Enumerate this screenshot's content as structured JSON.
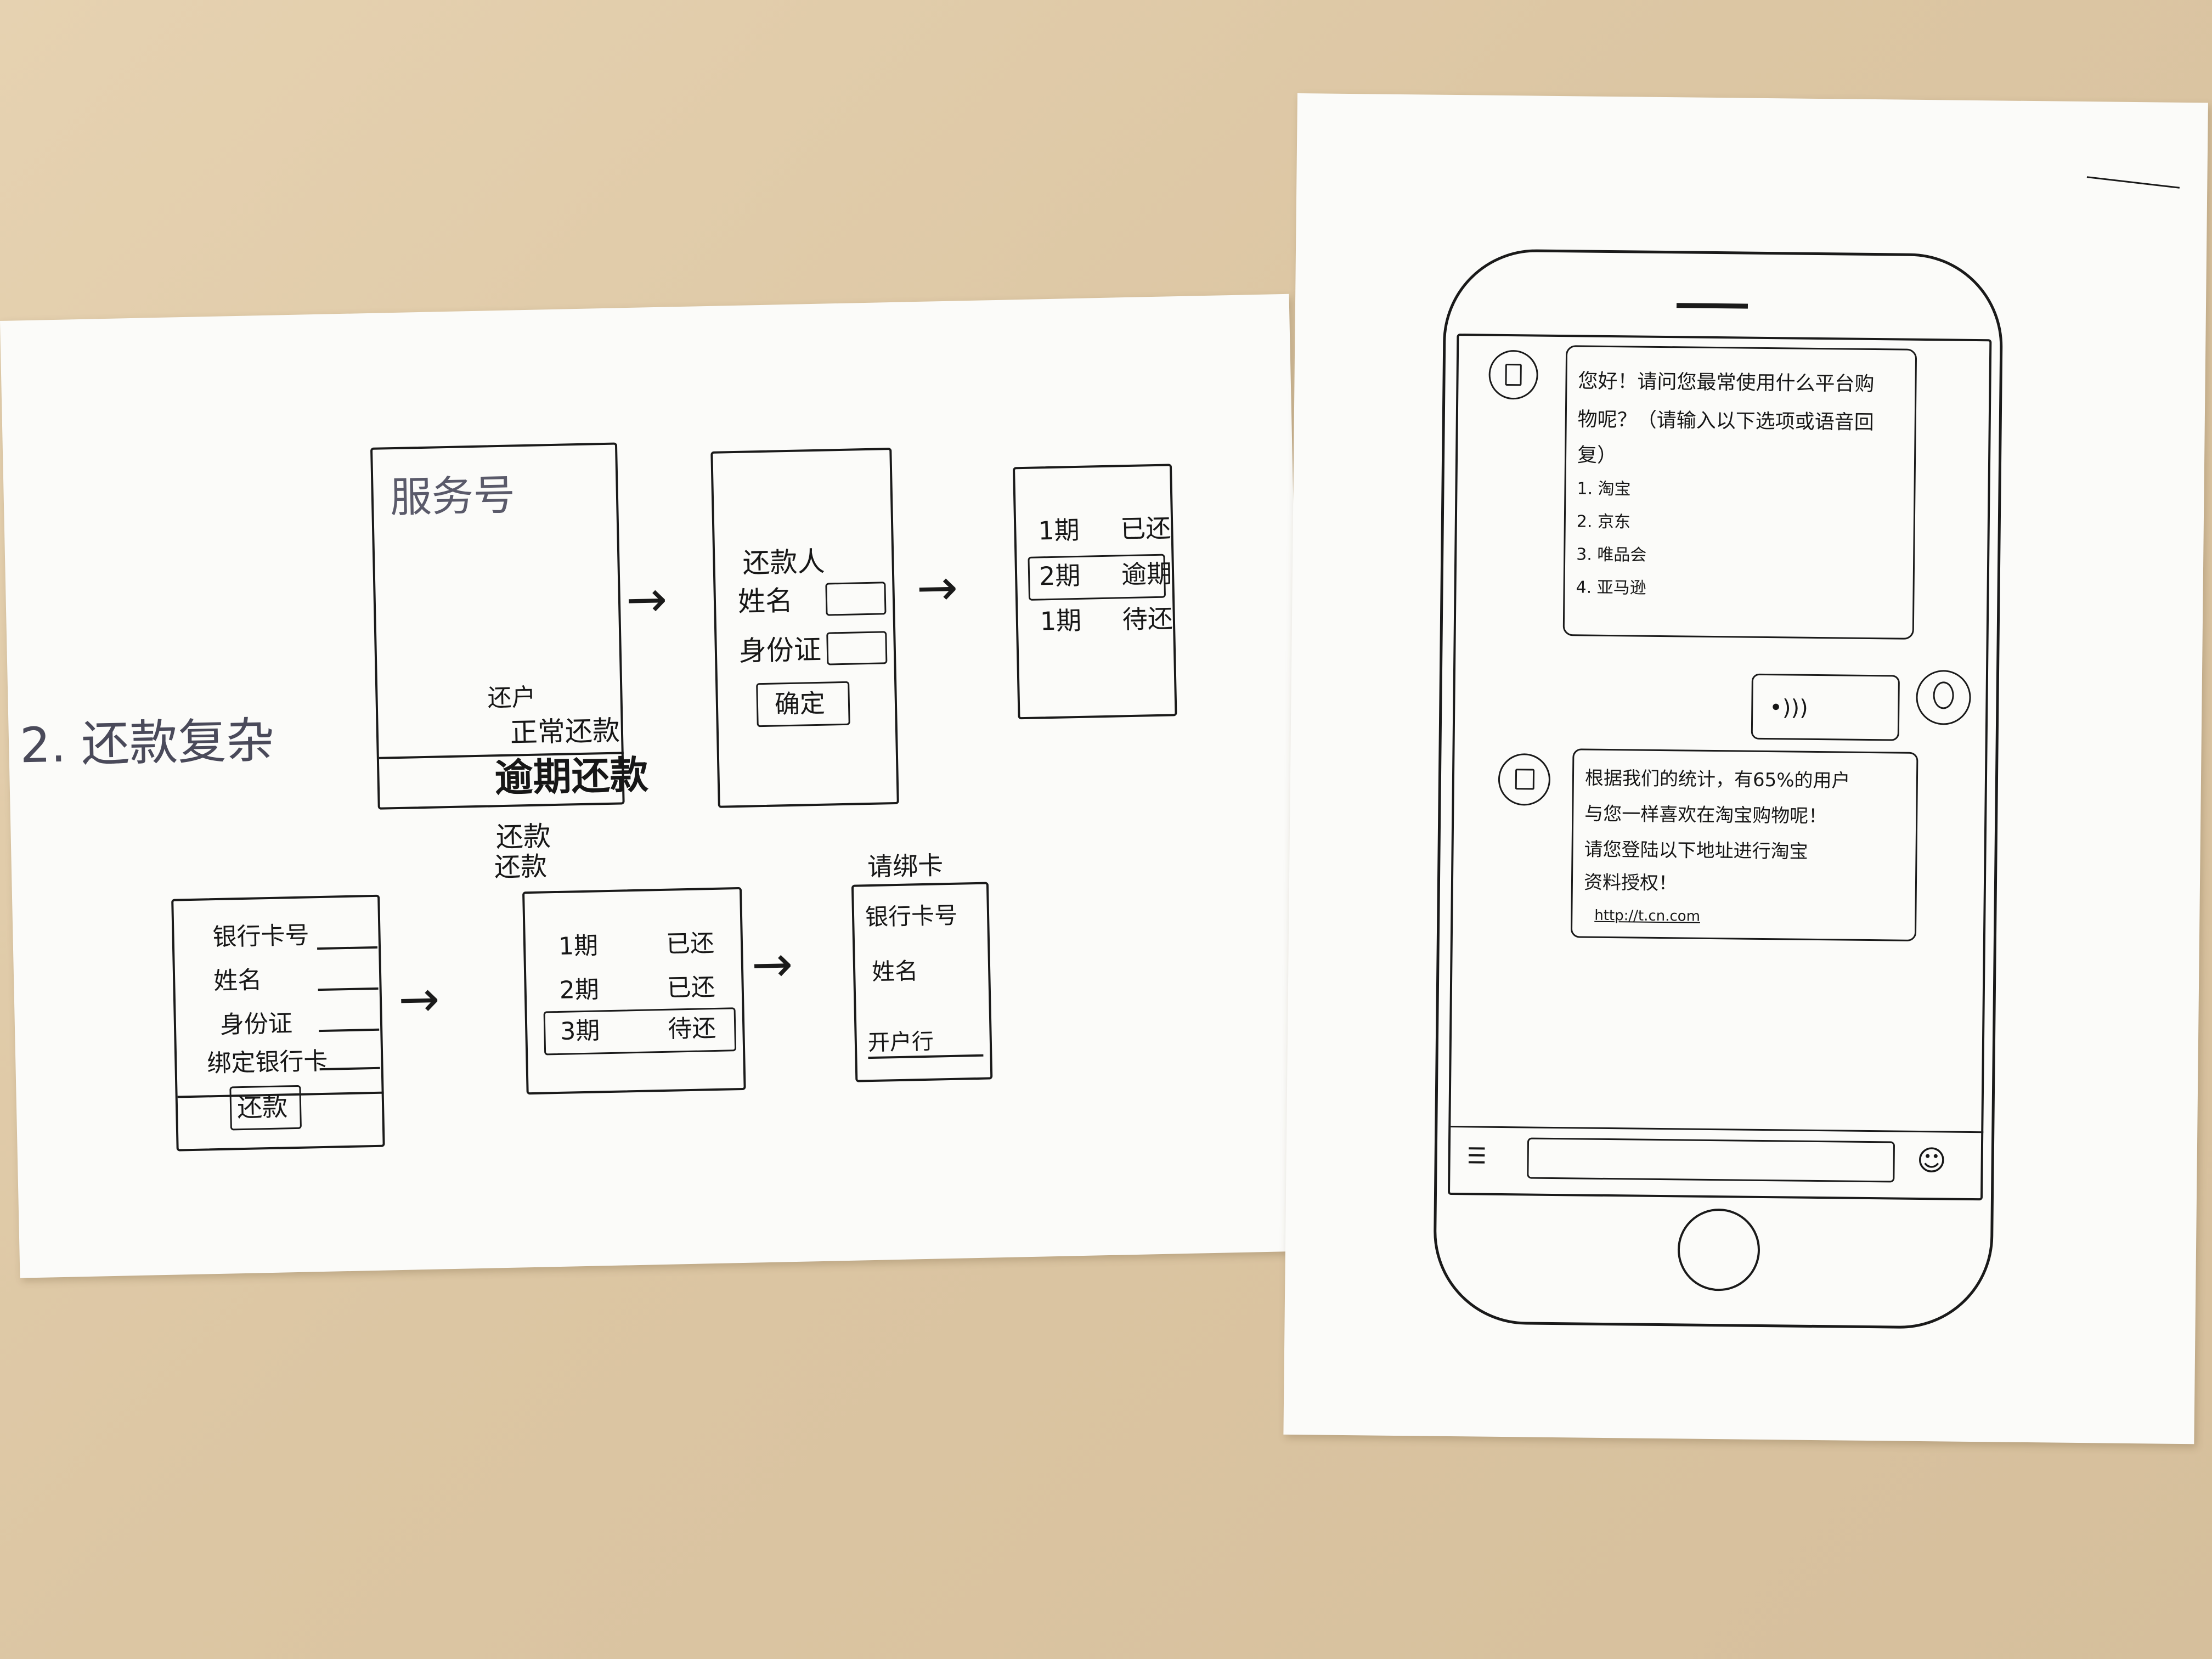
{
  "left_sheet": {
    "heading": "2. 还款复杂",
    "screen_service": {
      "title": "服务号",
      "menu_items": [
        "还户",
        "正常还款",
        "还款",
        "逾期还款"
      ]
    },
    "screen_repayer": {
      "title": "还款人",
      "fields": [
        "姓名",
        "身份证"
      ],
      "confirm_button": "确定"
    },
    "screen_periods_top": {
      "rows": [
        {
          "period": "1期",
          "status": "已还"
        },
        {
          "period": "2期",
          "status": "逾期"
        },
        {
          "period": "1期",
          "status": "待还"
        }
      ]
    },
    "screen_bank": {
      "fields": [
        "银行卡号",
        "姓名",
        "身份证",
        "绑定银行卡"
      ],
      "submit_button": "还款"
    },
    "screen_periods_bottom": {
      "header": "还款",
      "rows": [
        {
          "period": "1期",
          "status": "已还"
        },
        {
          "period": "2期",
          "status": "已还"
        },
        {
          "period": "3期",
          "status": "待还"
        }
      ]
    },
    "screen_card": {
      "title": "请绑卡",
      "fields": [
        "银行卡号",
        "姓名",
        "开户行"
      ]
    }
  },
  "right_sheet": {
    "chat": {
      "messages": [
        {
          "from": "bot",
          "lines": [
            "您好！请问您最常使用什么平台购",
            "物呢？（请输入以下选项或语音回",
            "复）",
            "1. 淘宝",
            "2. 京东",
            "3. 唯品会",
            "4. 亚马逊"
          ]
        },
        {
          "from": "user",
          "lines": [
            "•)))"
          ]
        },
        {
          "from": "bot",
          "lines": [
            "根据我们的统计，有65%的用户",
            "与您一样喜欢在淘宝购物呢！",
            "请您登陆以下地址进行淘宝",
            "资料授权！"
          ],
          "link": "http://t.cn.com"
        }
      ]
    }
  }
}
